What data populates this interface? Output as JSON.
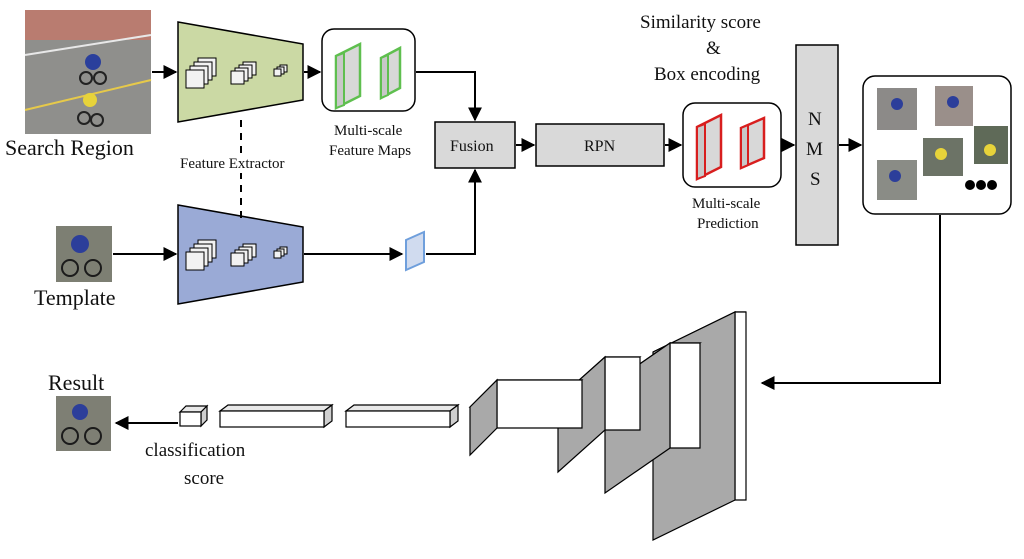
{
  "labels": {
    "search_region": "Search Region",
    "template": "Template",
    "feature_extractor": "Feature Extractor",
    "feature_maps_line1": "Multi-scale",
    "feature_maps_line2": "Feature Maps",
    "fusion": "Fusion",
    "rpn": "RPN",
    "similarity_line1": "Similarity score",
    "similarity_line2": "&",
    "similarity_line3": "Box encoding",
    "prediction_line1": "Multi-scale",
    "prediction_line2": "Prediction",
    "nms_n": "N",
    "nms_m": "M",
    "nms_s": "S",
    "result": "Result",
    "classification_line1": "classification",
    "classification_line2": "score"
  },
  "colors": {
    "extractor_top": "#cbd9a4",
    "extractor_bottom": "#9aaad6",
    "feature_map_green": "#5fbf4f",
    "prediction_red": "#d81e1e",
    "template_map_blue": "#6f9fdc",
    "box_gray": "#d9d9d9",
    "block_gray": "#d4d4d4",
    "block_side": "#a9a9a9"
  },
  "icons": {
    "ellipsis": "ellipsis-dots-icon"
  }
}
